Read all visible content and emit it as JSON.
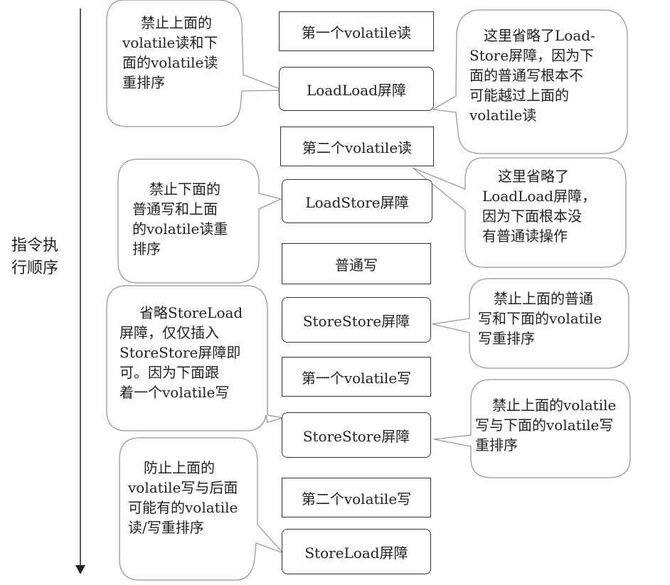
{
  "axis_label": [
    "指令执",
    "行顺序"
  ],
  "sequence": [
    {
      "text": "第一个volatile读",
      "shape": "rect"
    },
    {
      "text": "LoadLoad屏障",
      "shape": "rounded"
    },
    {
      "text": "第二个volatile读",
      "shape": "rect"
    },
    {
      "text": "LoadStore屏障",
      "shape": "rounded"
    },
    {
      "text": "普通写",
      "shape": "rect"
    },
    {
      "text": "StoreStore屏障",
      "shape": "rounded"
    },
    {
      "text": "第一个volatile写",
      "shape": "rect"
    },
    {
      "text": "StoreStore屏障",
      "shape": "rounded"
    },
    {
      "text": "第二个volatile写",
      "shape": "rect"
    },
    {
      "text": "StoreLoad屏障",
      "shape": "rounded"
    }
  ],
  "callouts": [
    {
      "lines": [
        "禁止上面的",
        "volatile读和下",
        "面的volatile读",
        "重排序"
      ]
    },
    {
      "lines": [
        "这里省略了Load-",
        "Store屏障，因为下",
        "面的普通写根本不",
        "可能越过上面的",
        "volatile读"
      ]
    },
    {
      "lines": [
        "这里省略了",
        "LoadLoad屏障，",
        "因为下面根本没",
        "有普通读操作"
      ]
    },
    {
      "lines": [
        "禁止下面的",
        "普通写和上面",
        "的volatile读重",
        "排序"
      ]
    },
    {
      "lines": [
        "省略StoreLoad",
        "屏障，仅仅插入",
        "StoreStore屏障即",
        "可。因为下面跟",
        "着一个volatile写"
      ]
    },
    {
      "lines": [
        "禁止上面的普通",
        "写和下面的volatile",
        "写重排序"
      ]
    },
    {
      "lines": [
        "禁止上面的volatile",
        "写与下面的volatile写",
        "重排序"
      ]
    },
    {
      "lines": [
        "防止上面的",
        "volatile写与后面",
        "可能有的volatile",
        "读/写重排序"
      ]
    }
  ]
}
